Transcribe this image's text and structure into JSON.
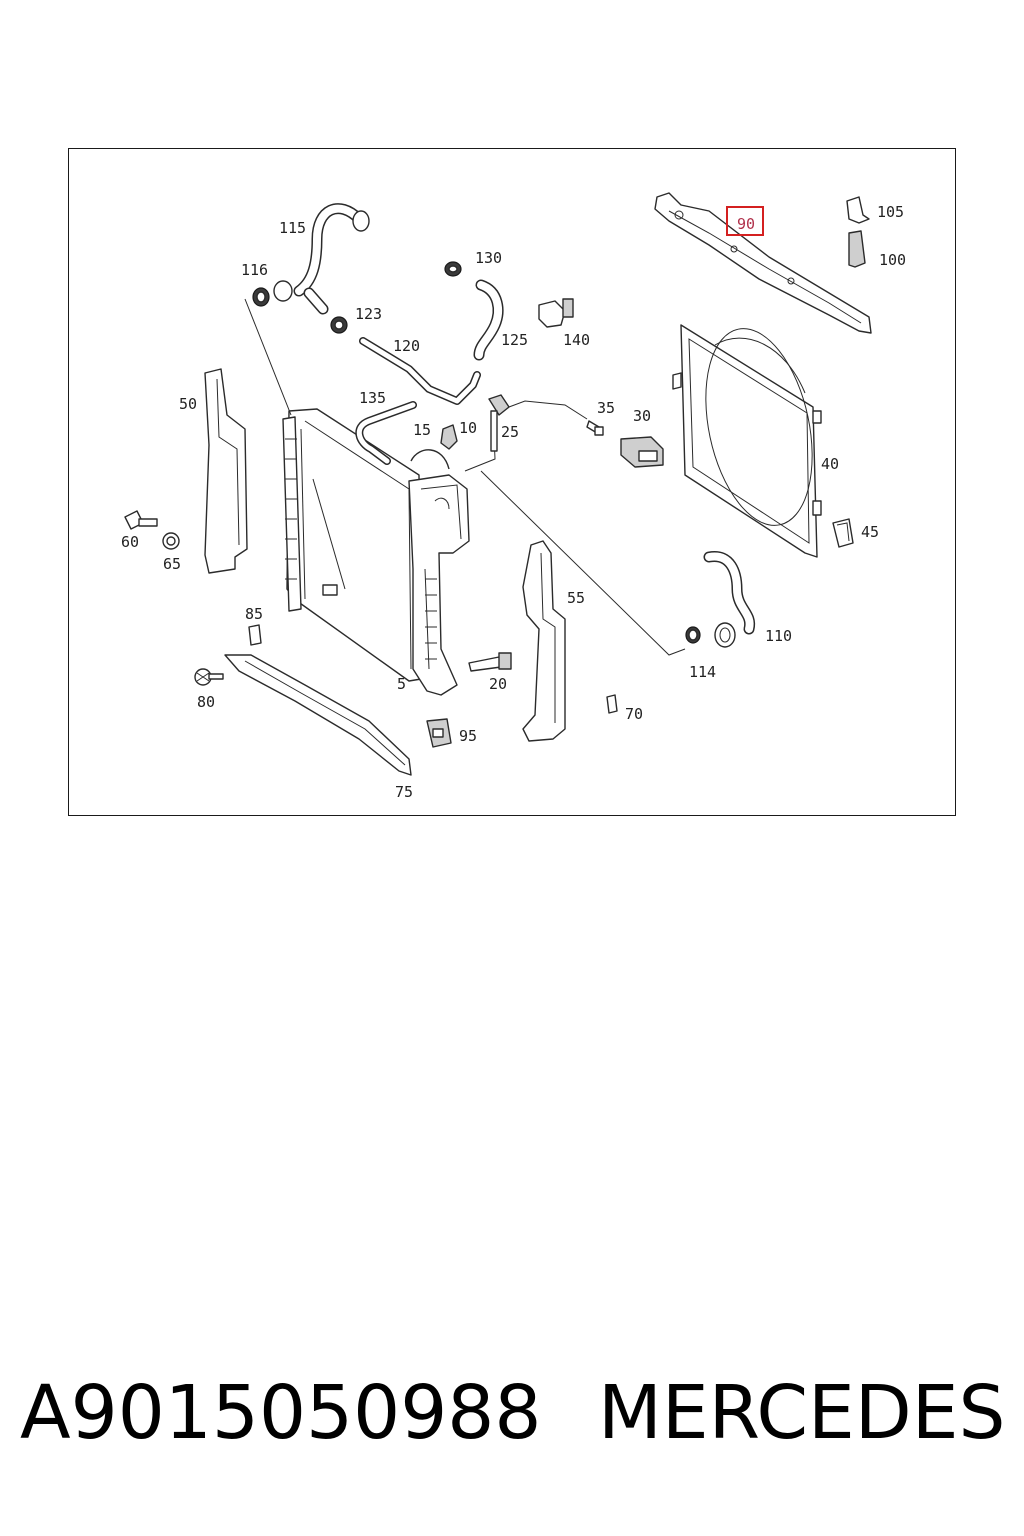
{
  "diagram": {
    "callouts": [
      {
        "id": "5",
        "label": "5"
      },
      {
        "id": "10",
        "label": "10"
      },
      {
        "id": "15",
        "label": "15"
      },
      {
        "id": "20",
        "label": "20"
      },
      {
        "id": "25",
        "label": "25"
      },
      {
        "id": "30",
        "label": "30"
      },
      {
        "id": "35",
        "label": "35"
      },
      {
        "id": "40",
        "label": "40"
      },
      {
        "id": "45",
        "label": "45"
      },
      {
        "id": "50",
        "label": "50"
      },
      {
        "id": "55",
        "label": "55"
      },
      {
        "id": "60",
        "label": "60"
      },
      {
        "id": "65",
        "label": "65"
      },
      {
        "id": "70",
        "label": "70"
      },
      {
        "id": "75",
        "label": "75"
      },
      {
        "id": "80",
        "label": "80"
      },
      {
        "id": "85",
        "label": "85"
      },
      {
        "id": "90",
        "label": "90",
        "highlighted": true
      },
      {
        "id": "95",
        "label": "95"
      },
      {
        "id": "100",
        "label": "100"
      },
      {
        "id": "105",
        "label": "105"
      },
      {
        "id": "110",
        "label": "110"
      },
      {
        "id": "114",
        "label": "114"
      },
      {
        "id": "115",
        "label": "115"
      },
      {
        "id": "116",
        "label": "116"
      },
      {
        "id": "120",
        "label": "120"
      },
      {
        "id": "123",
        "label": "123"
      },
      {
        "id": "125",
        "label": "125"
      },
      {
        "id": "130",
        "label": "130"
      },
      {
        "id": "135",
        "label": "135"
      },
      {
        "id": "140",
        "label": "140"
      }
    ],
    "highlight_color": "#d42020"
  },
  "footer": {
    "part_number": "A9015050988",
    "brand": "MERCEDES"
  }
}
